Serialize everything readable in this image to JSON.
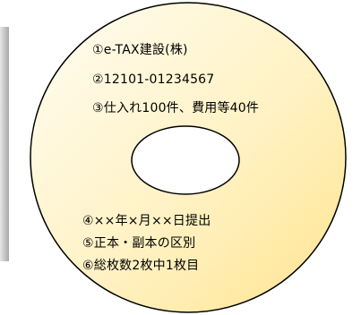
{
  "disc_label": {
    "lines": [
      "①e-TAX建設(株)",
      "②12101-01234567",
      "③仕入れ100件、費用等40件",
      "④××年×月××日提出",
      "⑤正本・副本の区別",
      "⑥総枚数2枚中1枚目"
    ]
  },
  "colors": {
    "disc_fill_light": "#fffbea",
    "disc_fill_dark": "#ffe79a",
    "disc_outline": "#000000",
    "side_bar": "#bfbfbf"
  }
}
